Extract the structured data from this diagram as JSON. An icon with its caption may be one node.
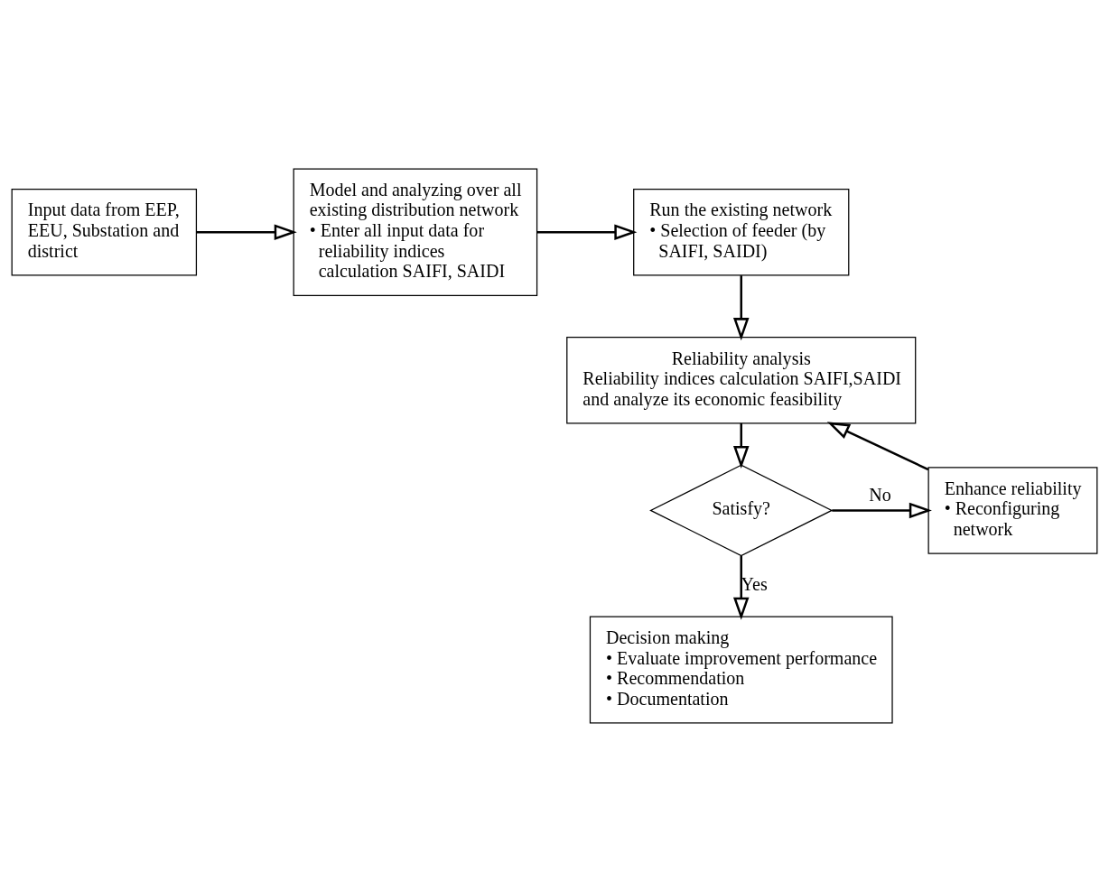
{
  "diagram": {
    "nodes": [
      {
        "text": [
          "Input data from EEP, EEU, Substation and district"
        ]
      },
      {
        "text": [
          "Model and analyzing over all existing distribution network",
          "• Enter all input data for reliability indices calculation SAIFI, SAIDI"
        ]
      },
      {
        "text": [
          "Run the existing network",
          "• Selection of feeder (by SAIFI, SAIDI)"
        ]
      },
      {
        "text": [
          "Reliability analysis",
          "Reliability indices calculation SAIFI,SAIDI and analyze its economic feasibility"
        ]
      },
      {
        "text": [
          "Satisfy?"
        ]
      },
      {
        "text": [
          "Enhance reliability",
          "• Reconfiguring network"
        ]
      },
      {
        "text": [
          "Decision making",
          "• Evaluate improvement performance",
          "• Recommendation",
          "• Documentation"
        ]
      }
    ],
    "edges": [
      {
        "from": 0,
        "to": 1,
        "arrow": "to"
      },
      {
        "from": 1,
        "to": 2,
        "arrow": "to"
      },
      {
        "from": 2,
        "to": 3,
        "arrow": "to"
      },
      {
        "from": 3,
        "to": 4,
        "arrow": "to"
      },
      {
        "from": 4,
        "to": 5,
        "arrow": "to",
        "label": "No"
      },
      {
        "from": 4,
        "to": 6,
        "arrow": "to",
        "label": "Yes"
      },
      {
        "from": 5,
        "to": 3,
        "arrow": "to"
      }
    ]
  }
}
